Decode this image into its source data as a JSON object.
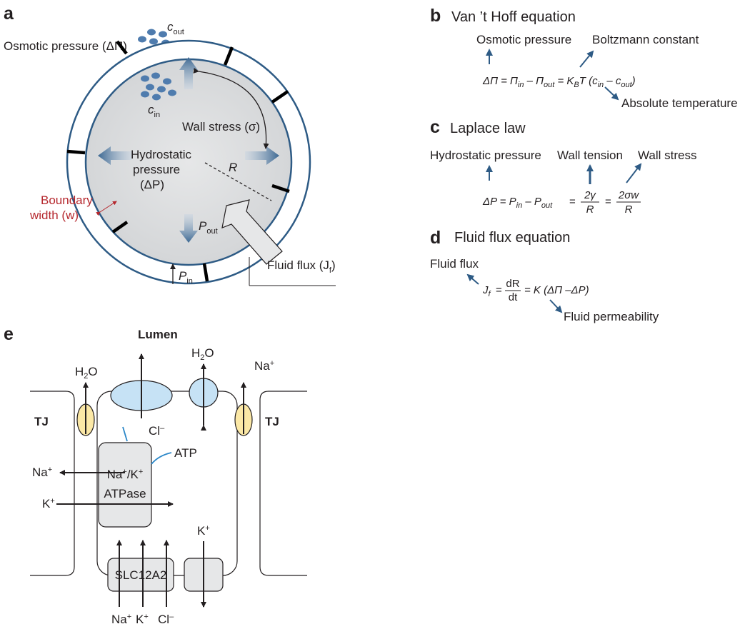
{
  "panel_a": {
    "letter": "a",
    "osmotic_pressure": "Osmotic pressure (ΔΠ)",
    "c_out": "c",
    "c_out_sub": "out",
    "c_in": "c",
    "c_in_sub": "in",
    "wall_stress": "Wall stress (σ)",
    "hydrostatic_1": "Hydrostatic",
    "hydrostatic_2": "pressure",
    "hydrostatic_3": "(ΔP)",
    "radius": "R",
    "boundary_1": "Boundary",
    "boundary_2": "width (w)",
    "p_out": "P",
    "p_out_sub": "out",
    "p_in": "P",
    "p_in_sub": "in",
    "fluid_flux": "Fluid flux (J",
    "fluid_flux_sub": "f",
    "fluid_flux_end": ")"
  },
  "panel_b": {
    "letter": "b",
    "title": "Van ’t Hoff equation",
    "osmotic_pressure": "Osmotic pressure",
    "boltzmann": "Boltzmann constant",
    "absolute_temp": "Absolute temperature",
    "equation": "ΔΠ = Π",
    "eq_in": "in",
    "eq_minus": " – Π",
    "eq_out": "out",
    "eq_eq": " = K",
    "eq_b": "B",
    "eq_t": "T (c",
    "eq_cin": "in",
    "eq_minus2": " – c",
    "eq_cout": "out",
    "eq_close": ")"
  },
  "panel_c": {
    "letter": "c",
    "title": "Laplace law",
    "hydrostatic": "Hydrostatic pressure",
    "wall_tension": "Wall tension",
    "wall_stress": "Wall stress",
    "eq_lhs": "ΔP = P",
    "eq_in": "in",
    "eq_minus": " – P",
    "eq_out": "out",
    "eq_eq1": "=",
    "frac1_num": "2γ",
    "frac1_den": "R",
    "eq_eq2": "=",
    "frac2_num": "2σw",
    "frac2_den": "R"
  },
  "panel_d": {
    "letter": "d",
    "title": "Fluid flux equation",
    "fluid_flux": "Fluid flux",
    "fluid_permeability": "Fluid permeability",
    "eq_j": "J",
    "eq_j_sub": "f",
    "eq_eq": "=",
    "frac_num": "dR",
    "frac_den": "dt",
    "eq_rhs": "= K (ΔΠ –ΔP)"
  },
  "panel_e": {
    "letter": "e",
    "lumen": "Lumen",
    "h2o_left": "H",
    "h2o_left_sub": "2",
    "h2o_left_end": "O",
    "h2o_mid": "H",
    "h2o_mid_sub": "2",
    "h2o_mid_end": "O",
    "na_top": "Na",
    "na_top_sup": "+",
    "tj_left": "TJ",
    "tj_right": "TJ",
    "cl_top": "Cl",
    "cl_top_sup": "–",
    "atp": "ATP",
    "na_left": "Na",
    "na_left_sup": "+",
    "k_left": "K",
    "k_left_sup": "+",
    "pump_1": "Na",
    "pump_1_sup": "+",
    "pump_1_mid": "/K",
    "pump_1_sup2": "+",
    "pump_2": "ATPase",
    "k_right": "K",
    "k_right_sup": "+",
    "slc": "SLC12A2",
    "bot_na": "Na",
    "bot_na_sup": "+",
    "bot_k": "K",
    "bot_k_sup": "+",
    "bot_cl": "Cl",
    "bot_cl_sup": "–"
  },
  "colors": {
    "blue_dark": "#2e5b85",
    "arrow_blue": "#1f5f8b",
    "lumen_fill": "#e6e7e8",
    "channel_blue": "#c6e2f5",
    "channel_yellow": "#fbe8a6",
    "box_gray": "#e6e7e8",
    "red_label": "#b5272d",
    "atp_line": "#2b87c8"
  }
}
